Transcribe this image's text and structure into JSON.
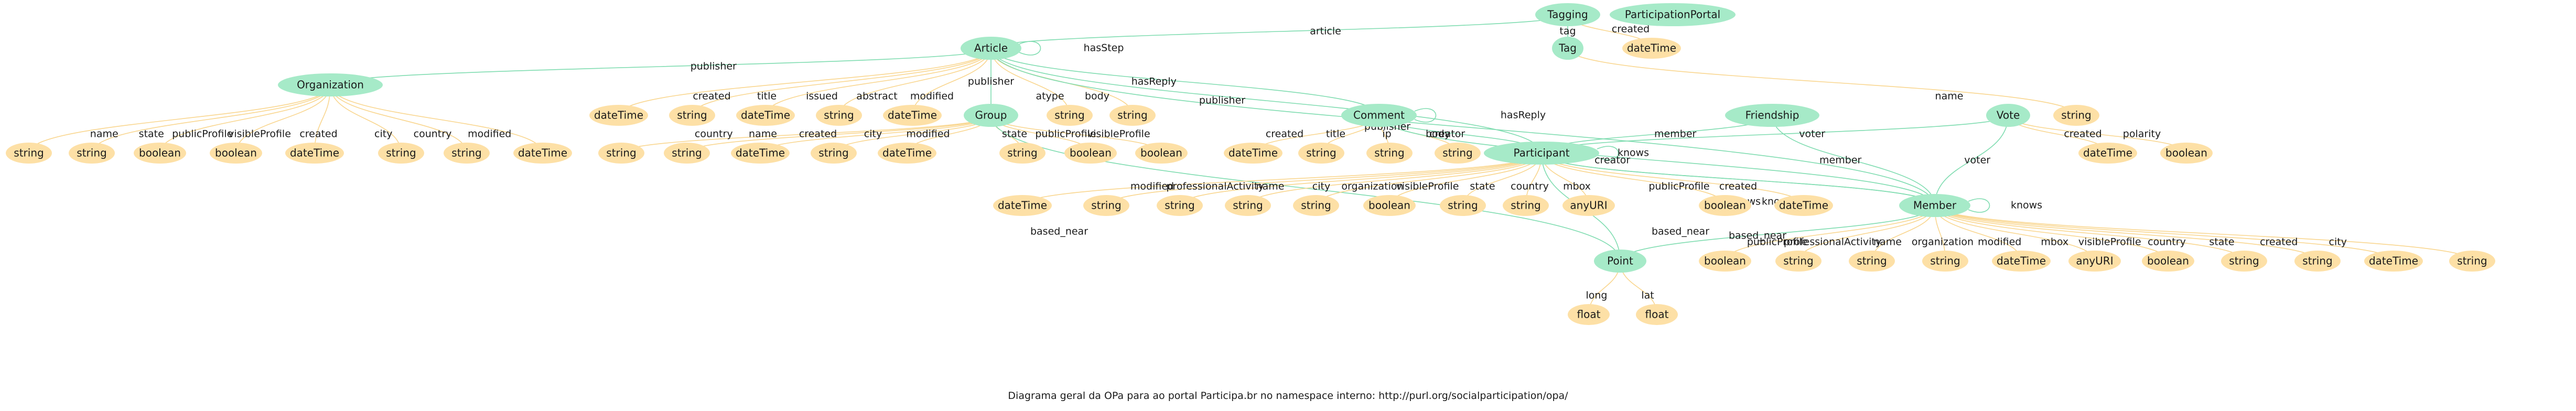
{
  "caption": "Diagrama geral da OPa para ao portal Participa.br no namespace interno: http://purl.org/socialparticipation/opa/",
  "colors": {
    "class_fill": "#a6eac8",
    "literal_fill": "#fde0a6",
    "object_edge": "#7fdcb0",
    "data_edge": "#f9d68f"
  },
  "nodes": [
    {
      "id": "tagging",
      "label": "Tagging",
      "kind": "class"
    },
    {
      "id": "portal",
      "label": "ParticipationPortal",
      "kind": "class"
    },
    {
      "id": "tag",
      "label": "Tag",
      "kind": "class"
    },
    {
      "id": "tagging_created",
      "label": "dateTime",
      "kind": "literal"
    },
    {
      "id": "article",
      "label": "Article",
      "kind": "class"
    },
    {
      "id": "organization",
      "label": "Organization",
      "kind": "class"
    },
    {
      "id": "group",
      "label": "Group",
      "kind": "class"
    },
    {
      "id": "comment",
      "label": "Comment",
      "kind": "class"
    },
    {
      "id": "friendship",
      "label": "Friendship",
      "kind": "class"
    },
    {
      "id": "vote",
      "label": "Vote",
      "kind": "class"
    },
    {
      "id": "participant",
      "label": "Participant",
      "kind": "class"
    },
    {
      "id": "member",
      "label": "Member",
      "kind": "class"
    },
    {
      "id": "point",
      "label": "Point",
      "kind": "class"
    },
    {
      "id": "art_created",
      "label": "dateTime",
      "kind": "literal"
    },
    {
      "id": "art_title",
      "label": "string",
      "kind": "literal"
    },
    {
      "id": "art_issued",
      "label": "dateTime",
      "kind": "literal"
    },
    {
      "id": "art_abstract",
      "label": "string",
      "kind": "literal"
    },
    {
      "id": "art_modified",
      "label": "dateTime",
      "kind": "literal"
    },
    {
      "id": "art_atype",
      "label": "string",
      "kind": "literal"
    },
    {
      "id": "art_body",
      "label": "string",
      "kind": "literal"
    },
    {
      "id": "tag_name",
      "label": "string",
      "kind": "literal"
    },
    {
      "id": "org_name",
      "label": "string",
      "kind": "literal"
    },
    {
      "id": "org_state",
      "label": "string",
      "kind": "literal"
    },
    {
      "id": "org_public",
      "label": "boolean",
      "kind": "literal"
    },
    {
      "id": "org_visible",
      "label": "boolean",
      "kind": "literal"
    },
    {
      "id": "org_created",
      "label": "dateTime",
      "kind": "literal"
    },
    {
      "id": "org_city",
      "label": "string",
      "kind": "literal"
    },
    {
      "id": "org_country",
      "label": "string",
      "kind": "literal"
    },
    {
      "id": "org_modified",
      "label": "dateTime",
      "kind": "literal"
    },
    {
      "id": "grp_country",
      "label": "string",
      "kind": "literal"
    },
    {
      "id": "grp_name",
      "label": "string",
      "kind": "literal"
    },
    {
      "id": "grp_created",
      "label": "dateTime",
      "kind": "literal"
    },
    {
      "id": "grp_city",
      "label": "string",
      "kind": "literal"
    },
    {
      "id": "grp_modified",
      "label": "dateTime",
      "kind": "literal"
    },
    {
      "id": "grp_state",
      "label": "string",
      "kind": "literal"
    },
    {
      "id": "grp_public",
      "label": "boolean",
      "kind": "literal"
    },
    {
      "id": "grp_visible",
      "label": "boolean",
      "kind": "literal"
    },
    {
      "id": "com_created",
      "label": "dateTime",
      "kind": "literal"
    },
    {
      "id": "com_title",
      "label": "string",
      "kind": "literal"
    },
    {
      "id": "com_ip",
      "label": "string",
      "kind": "literal"
    },
    {
      "id": "com_body",
      "label": "string",
      "kind": "literal"
    },
    {
      "id": "vote_created",
      "label": "dateTime",
      "kind": "literal"
    },
    {
      "id": "vote_polarity",
      "label": "boolean",
      "kind": "literal"
    },
    {
      "id": "par_modified",
      "label": "dateTime",
      "kind": "literal"
    },
    {
      "id": "par_prof",
      "label": "string",
      "kind": "literal"
    },
    {
      "id": "par_name",
      "label": "string",
      "kind": "literal"
    },
    {
      "id": "par_city",
      "label": "string",
      "kind": "literal"
    },
    {
      "id": "par_org",
      "label": "string",
      "kind": "literal"
    },
    {
      "id": "par_org2",
      "label": "boolean",
      "kind": "literal"
    },
    {
      "id": "par_visible",
      "label": "string",
      "kind": "literal"
    },
    {
      "id": "par_state",
      "label": "string",
      "kind": "literal"
    },
    {
      "id": "par_mbox",
      "label": "anyURI",
      "kind": "literal"
    },
    {
      "id": "par_public",
      "label": "boolean",
      "kind": "literal"
    },
    {
      "id": "par_created",
      "label": "dateTime",
      "kind": "literal"
    },
    {
      "id": "mem_public",
      "label": "boolean",
      "kind": "literal"
    },
    {
      "id": "mem_prof",
      "label": "string",
      "kind": "literal"
    },
    {
      "id": "mem_name",
      "label": "string",
      "kind": "literal"
    },
    {
      "id": "mem_org",
      "label": "string",
      "kind": "literal"
    },
    {
      "id": "mem_modified",
      "label": "dateTime",
      "kind": "literal"
    },
    {
      "id": "mem_mbox",
      "label": "anyURI",
      "kind": "literal"
    },
    {
      "id": "mem_visible",
      "label": "boolean",
      "kind": "literal"
    },
    {
      "id": "mem_country",
      "label": "string",
      "kind": "literal"
    },
    {
      "id": "mem_state",
      "label": "string",
      "kind": "literal"
    },
    {
      "id": "mem_created",
      "label": "dateTime",
      "kind": "literal"
    },
    {
      "id": "mem_city",
      "label": "string",
      "kind": "literal"
    },
    {
      "id": "pt_long",
      "label": "float",
      "kind": "literal"
    },
    {
      "id": "pt_lat",
      "label": "float",
      "kind": "literal"
    }
  ],
  "edges": [
    {
      "from": "tagging",
      "to": "article",
      "label": "article",
      "kind": "object"
    },
    {
      "from": "tagging",
      "to": "tag",
      "label": "tag",
      "kind": "object"
    },
    {
      "from": "tagging",
      "to": "tagging_created",
      "label": "created",
      "kind": "data"
    },
    {
      "from": "article",
      "to": "article",
      "label": "hasStep",
      "kind": "object"
    },
    {
      "from": "article",
      "to": "organization",
      "label": "publisher",
      "kind": "object"
    },
    {
      "from": "article",
      "to": "art_created",
      "label": "created",
      "kind": "data"
    },
    {
      "from": "article",
      "to": "art_title",
      "label": "title",
      "kind": "data"
    },
    {
      "from": "article",
      "to": "art_issued",
      "label": "issued",
      "kind": "data"
    },
    {
      "from": "article",
      "to": "art_abstract",
      "label": "abstract",
      "kind": "data"
    },
    {
      "from": "article",
      "to": "art_modified",
      "label": "modified",
      "kind": "data"
    },
    {
      "from": "article",
      "to": "group",
      "label": "publisher",
      "kind": "object"
    },
    {
      "from": "article",
      "to": "art_atype",
      "label": "atype",
      "kind": "data"
    },
    {
      "from": "article",
      "to": "art_body",
      "label": "body",
      "kind": "data"
    },
    {
      "from": "article",
      "to": "comment",
      "label": "hasReply",
      "kind": "object"
    },
    {
      "from": "article",
      "to": "participant",
      "label": "publisher",
      "kind": "object"
    },
    {
      "from": "article",
      "to": "member",
      "label": "publisher",
      "kind": "object"
    },
    {
      "from": "tag",
      "to": "tag_name",
      "label": "name",
      "kind": "data"
    },
    {
      "from": "organization",
      "to": "org_name",
      "label": "name",
      "kind": "data"
    },
    {
      "from": "organization",
      "to": "org_state",
      "label": "state",
      "kind": "data"
    },
    {
      "from": "organization",
      "to": "org_public",
      "label": "publicProfile",
      "kind": "data"
    },
    {
      "from": "organization",
      "to": "org_visible",
      "label": "visibleProfile",
      "kind": "data"
    },
    {
      "from": "organization",
      "to": "org_created",
      "label": "created",
      "kind": "data"
    },
    {
      "from": "organization",
      "to": "org_city",
      "label": "city",
      "kind": "data"
    },
    {
      "from": "organization",
      "to": "org_country",
      "label": "country",
      "kind": "data"
    },
    {
      "from": "organization",
      "to": "org_modified",
      "label": "modified",
      "kind": "data"
    },
    {
      "from": "group",
      "to": "grp_country",
      "label": "country",
      "kind": "data"
    },
    {
      "from": "group",
      "to": "grp_name",
      "label": "name",
      "kind": "data"
    },
    {
      "from": "group",
      "to": "grp_created",
      "label": "created",
      "kind": "data"
    },
    {
      "from": "group",
      "to": "grp_city",
      "label": "city",
      "kind": "data"
    },
    {
      "from": "group",
      "to": "grp_modified",
      "label": "modified",
      "kind": "data"
    },
    {
      "from": "group",
      "to": "grp_state",
      "label": "state",
      "kind": "data"
    },
    {
      "from": "group",
      "to": "grp_public",
      "label": "publicProfile",
      "kind": "data"
    },
    {
      "from": "group",
      "to": "grp_visible",
      "label": "visibleProfile",
      "kind": "data"
    },
    {
      "from": "group",
      "to": "point",
      "label": "based_near",
      "kind": "object"
    },
    {
      "from": "comment",
      "to": "comment",
      "label": "hasReply",
      "kind": "object"
    },
    {
      "from": "comment",
      "to": "com_created",
      "label": "created",
      "kind": "data"
    },
    {
      "from": "comment",
      "to": "com_title",
      "label": "title",
      "kind": "data"
    },
    {
      "from": "comment",
      "to": "com_ip",
      "label": "ip",
      "kind": "data"
    },
    {
      "from": "comment",
      "to": "com_body",
      "label": "body",
      "kind": "data"
    },
    {
      "from": "comment",
      "to": "participant",
      "label": "creator",
      "kind": "object"
    },
    {
      "from": "comment",
      "to": "member",
      "label": "creator",
      "kind": "object"
    },
    {
      "from": "friendship",
      "to": "participant",
      "label": "member",
      "kind": "object"
    },
    {
      "from": "friendship",
      "to": "member",
      "label": "member",
      "kind": "object"
    },
    {
      "from": "vote",
      "to": "participant",
      "label": "voter",
      "kind": "object"
    },
    {
      "from": "vote",
      "to": "member",
      "label": "voter",
      "kind": "object"
    },
    {
      "from": "vote",
      "to": "vote_created",
      "label": "created",
      "kind": "data"
    },
    {
      "from": "vote",
      "to": "vote_polarity",
      "label": "polarity",
      "kind": "data"
    },
    {
      "from": "participant",
      "to": "participant",
      "label": "knows",
      "kind": "object"
    },
    {
      "from": "participant",
      "to": "par_modified",
      "label": "modified",
      "kind": "data"
    },
    {
      "from": "participant",
      "to": "par_prof",
      "label": "professionalActivity",
      "kind": "data"
    },
    {
      "from": "participant",
      "to": "par_name",
      "label": "name",
      "kind": "data"
    },
    {
      "from": "participant",
      "to": "par_city",
      "label": "city",
      "kind": "data"
    },
    {
      "from": "participant",
      "to": "par_org",
      "label": "organization",
      "kind": "data"
    },
    {
      "from": "participant",
      "to": "par_org2",
      "label": "visibleProfile",
      "kind": "data"
    },
    {
      "from": "participant",
      "to": "par_visible",
      "label": "state",
      "kind": "data"
    },
    {
      "from": "participant",
      "to": "par_state",
      "label": "country",
      "kind": "data"
    },
    {
      "from": "participant",
      "to": "par_mbox",
      "label": "mbox",
      "kind": "data"
    },
    {
      "from": "participant",
      "to": "point",
      "label": "based_near",
      "kind": "object"
    },
    {
      "from": "participant",
      "to": "par_public",
      "label": "publicProfile",
      "kind": "data"
    },
    {
      "from": "participant",
      "to": "par_created",
      "label": "created",
      "kind": "data"
    },
    {
      "from": "participant",
      "to": "member",
      "label": "knows",
      "kind": "object"
    },
    {
      "from": "member",
      "to": "participant",
      "label": "knows",
      "kind": "object"
    },
    {
      "from": "member",
      "to": "member",
      "label": "knows",
      "kind": "object"
    },
    {
      "from": "member",
      "to": "point",
      "label": "based_near",
      "kind": "object"
    },
    {
      "from": "member",
      "to": "mem_public",
      "label": "publicProfile",
      "kind": "data"
    },
    {
      "from": "member",
      "to": "mem_prof",
      "label": "professionalActivity",
      "kind": "data"
    },
    {
      "from": "member",
      "to": "mem_name",
      "label": "name",
      "kind": "data"
    },
    {
      "from": "member",
      "to": "mem_org",
      "label": "organization",
      "kind": "data"
    },
    {
      "from": "member",
      "to": "mem_modified",
      "label": "modified",
      "kind": "data"
    },
    {
      "from": "member",
      "to": "mem_mbox",
      "label": "mbox",
      "kind": "data"
    },
    {
      "from": "member",
      "to": "mem_visible",
      "label": "visibleProfile",
      "kind": "data"
    },
    {
      "from": "member",
      "to": "mem_country",
      "label": "country",
      "kind": "data"
    },
    {
      "from": "member",
      "to": "mem_state",
      "label": "state",
      "kind": "data"
    },
    {
      "from": "member",
      "to": "mem_created",
      "label": "created",
      "kind": "data"
    },
    {
      "from": "member",
      "to": "mem_city",
      "label": "city",
      "kind": "data"
    },
    {
      "from": "point",
      "to": "pt_long",
      "label": "long",
      "kind": "data"
    },
    {
      "from": "point",
      "to": "pt_lat",
      "label": "lat",
      "kind": "data"
    }
  ]
}
